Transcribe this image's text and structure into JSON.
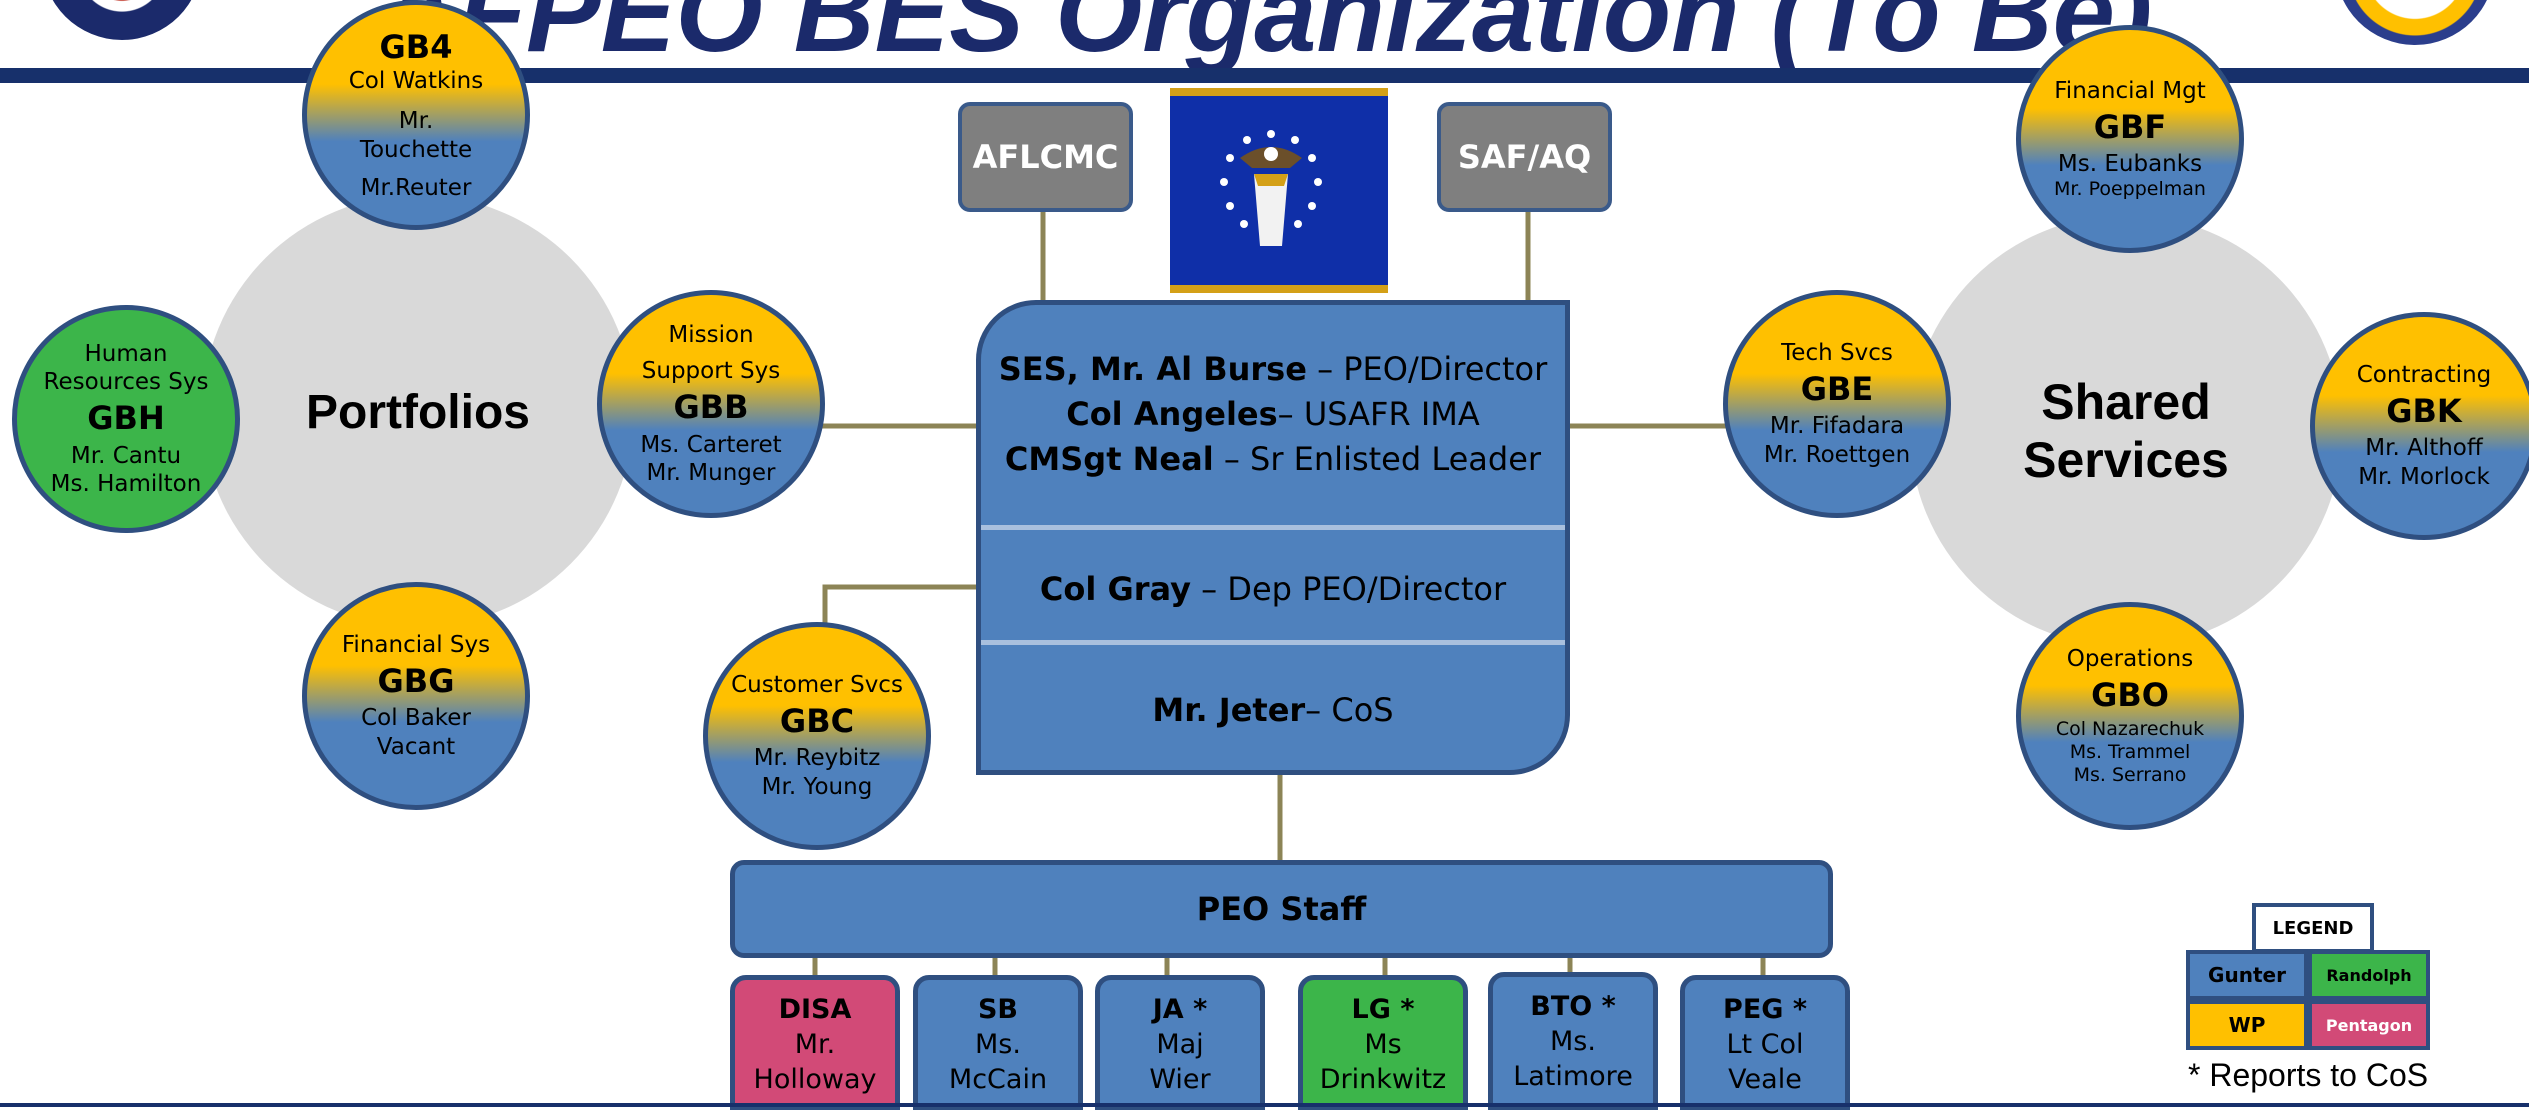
{
  "title": "AFPEO BES Organization (To Be)",
  "colors": {
    "gunter": "#4f81bd",
    "wp": "#ffc000",
    "randolph": "#3cb54a",
    "pentagon": "#d24a77",
    "connector": "#8c8456",
    "hub": "#d9d9d9"
  },
  "hubs": {
    "portfolios": "Portfolios",
    "shared_line1": "Shared",
    "shared_line2": "Services"
  },
  "parents": {
    "left": "AFLCMC",
    "right": "SAF/AQ"
  },
  "center": {
    "row1_bold": "SES, Mr. Al Burse",
    "row1_rest": " – PEO/Director",
    "row2_bold": "Col Angeles",
    "row2_rest": "– USAFR IMA",
    "row3_bold": "CMSgt Neal",
    "row3_rest": " – Sr Enlisted Leader",
    "dep_bold": "Col Gray",
    "dep_rest": " – Dep PEO/Director",
    "cos_bold": "Mr. Jeter",
    "cos_rest": "– CoS"
  },
  "portfolios": {
    "gb4": {
      "code": "GB4",
      "l1": "Col Watkins",
      "l2": "Mr.",
      "l3": "Touchette",
      "l4": "Mr.Reuter"
    },
    "gbh": {
      "t1": "Human",
      "t2": "Resources Sys",
      "code": "GBH",
      "p1": "Mr. Cantu",
      "p2": "Ms. Hamilton"
    },
    "gbb": {
      "t1": "Mission",
      "t2": "Support Sys",
      "code": "GBB",
      "p1": "Ms. Carteret",
      "p2": "Mr. Munger"
    },
    "gbg": {
      "t1": "Financial Sys",
      "code": "GBG",
      "p1": "Col Baker",
      "p2": "Vacant"
    }
  },
  "customer": {
    "t1": "Customer Svcs",
    "code": "GBC",
    "p1": "Mr. Reybitz",
    "p2": "Mr. Young"
  },
  "shared": {
    "gbf": {
      "t1": "Financial Mgt",
      "code": "GBF",
      "p1": "Ms. Eubanks",
      "p2": "Mr. Poeppelman"
    },
    "gbe": {
      "t1": "Tech Svcs",
      "code": "GBE",
      "p1": "Mr. Fifadara",
      "p2": "Mr. Roettgen"
    },
    "gbk": {
      "t1": "Contracting",
      "code": "GBK",
      "p1": "Mr. Althoff",
      "p2": "Mr. Morlock"
    },
    "gbo": {
      "t1": "Operations",
      "code": "GBO",
      "p1": "Col Nazarechuk",
      "p2": "Ms. Trammel",
      "p3": "Ms. Serrano"
    }
  },
  "staff": {
    "label": "PEO Staff",
    "offices": [
      {
        "code": "DISA",
        "l1": "Mr.",
        "l2": "Holloway"
      },
      {
        "code": "SB",
        "l1": "Ms.",
        "l2": "McCain"
      },
      {
        "code": "JA *",
        "l1": "Maj",
        "l2": "Wier"
      },
      {
        "code": "LG *",
        "l1": "Ms",
        "l2": "Drinkwitz"
      },
      {
        "code": "BTO *",
        "l1": "Ms.",
        "l2": "Latimore"
      },
      {
        "code": "PEG *",
        "l1": "Lt Col",
        "l2": "Veale"
      }
    ]
  },
  "legend": {
    "title": "LEGEND",
    "gunter": "Gunter",
    "randolph": "Randolph",
    "wp": "WP",
    "pentagon": "Pentagon",
    "note": "* Reports to CoS"
  }
}
